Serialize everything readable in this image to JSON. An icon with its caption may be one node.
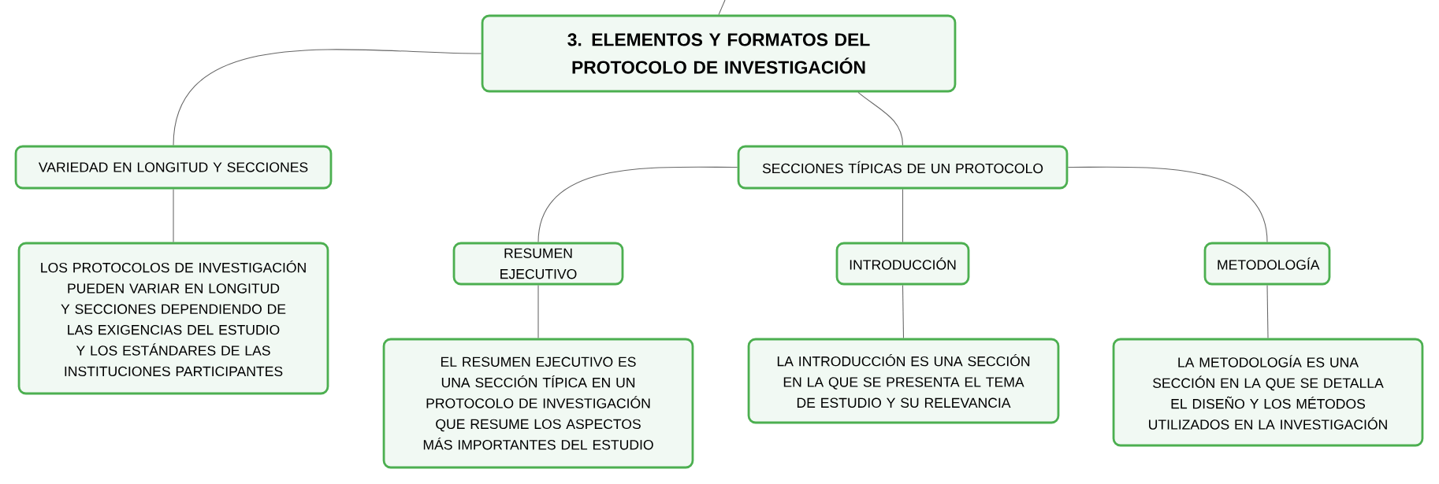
{
  "diagram": {
    "nodes": [
      {
        "text": [
          "3. ELEMENTOS Y FORMATOS DEL PROTOCOLO DE INVESTIGACIÓN"
        ]
      },
      {
        "text": [
          "VARIEDAD EN LONGITUD Y SECCIONES"
        ]
      },
      {
        "text": [
          "SECCIONES TÍPICAS DE UN PROTOCOLO"
        ]
      },
      {
        "text": [
          "LOS PROTOCOLOS DE INVESTIGACIÓN PUEDEN VARIAR EN LONGITUD Y SECCIONES DEPENDIENDO DE LAS EXIGENCIAS DEL ESTUDIO Y LOS ESTÁNDARES DE LAS INSTITUCIONES PARTICIPANTES"
        ]
      },
      {
        "text": [
          "RESUMEN EJECUTIVO"
        ]
      },
      {
        "text": [
          "INTRODUCCIÓN"
        ]
      },
      {
        "text": [
          "METODOLOGÍA"
        ]
      },
      {
        "text": [
          "EL RESUMEN EJECUTIVO ES UNA SECCIÓN TÍPICA EN UN PROTOCOLO DE INVESTIGACIÓN QUE RESUME LOS ASPECTOS MÁS IMPORTANTES DEL ESTUDIO"
        ]
      },
      {
        "text": [
          "LA INTRODUCCIÓN ES UNA SECCIÓN EN LA QUE SE PRESENTA EL TEMA DE ESTUDIO Y SU RELEVANCIA"
        ]
      },
      {
        "text": [
          "LA METODOLOGÍA ES UNA SECCIÓN EN LA QUE SE DETALLA EL DISEÑO Y LOS MÉTODOS UTILIZADOS EN LA INVESTIGACIÓN"
        ]
      }
    ],
    "edges": [
      {
        "from": null,
        "to": 0,
        "arrow": "none"
      },
      {
        "from": 0,
        "to": 1,
        "arrow": "none"
      },
      {
        "from": 0,
        "to": 2,
        "arrow": "none"
      },
      {
        "from": 1,
        "to": 3,
        "arrow": "none"
      },
      {
        "from": 2,
        "to": 4,
        "arrow": "none"
      },
      {
        "from": 2,
        "to": 5,
        "arrow": "none"
      },
      {
        "from": 2,
        "to": 6,
        "arrow": "none"
      },
      {
        "from": 4,
        "to": 7,
        "arrow": "none"
      },
      {
        "from": 5,
        "to": 8,
        "arrow": "none"
      },
      {
        "from": 6,
        "to": 9,
        "arrow": "none"
      }
    ]
  }
}
